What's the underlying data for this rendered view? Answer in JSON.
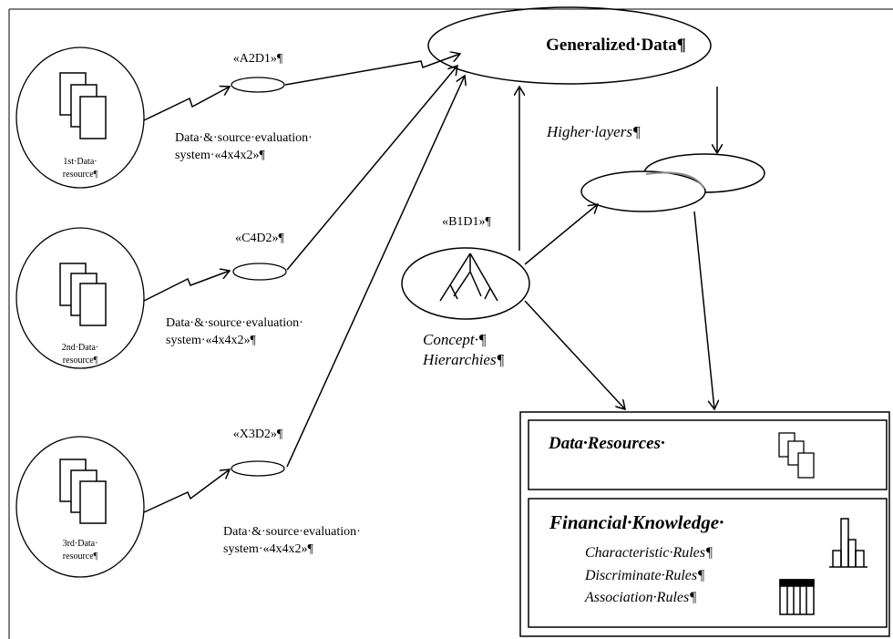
{
  "resources": [
    {
      "line1": "1st·Data·",
      "line2": "resource¶",
      "code": "«A2D1»¶",
      "eval1": "Data·&·source·evaluation·",
      "eval2": "system·«4x4x2»¶"
    },
    {
      "line1": "2nd·Data·",
      "line2": "resource¶",
      "code": "«C4D2»¶",
      "eval1": "Data·&·source·evaluation·",
      "eval2": "system·«4x4x2»¶"
    },
    {
      "line1": "3rd·Data·",
      "line2": "resource¶",
      "code": "«X3D2»¶",
      "eval1": "Data·&·source·evaluation·",
      "eval2": "system·«4x4x2»¶"
    }
  ],
  "generalized_title": "Generalized·Data¶",
  "higher_layers": "Higher·layers¶",
  "b1d1": "«B1D1»¶",
  "concept_1": "Concept·¶",
  "concept_2": "Hierarchies¶",
  "data_resources_title": "Data·Resources·",
  "financial_title": "Financial·Knowledge·",
  "rules": [
    "Characteristic·Rules¶",
    "Discriminate·Rules¶",
    "Association·Rules¶"
  ]
}
